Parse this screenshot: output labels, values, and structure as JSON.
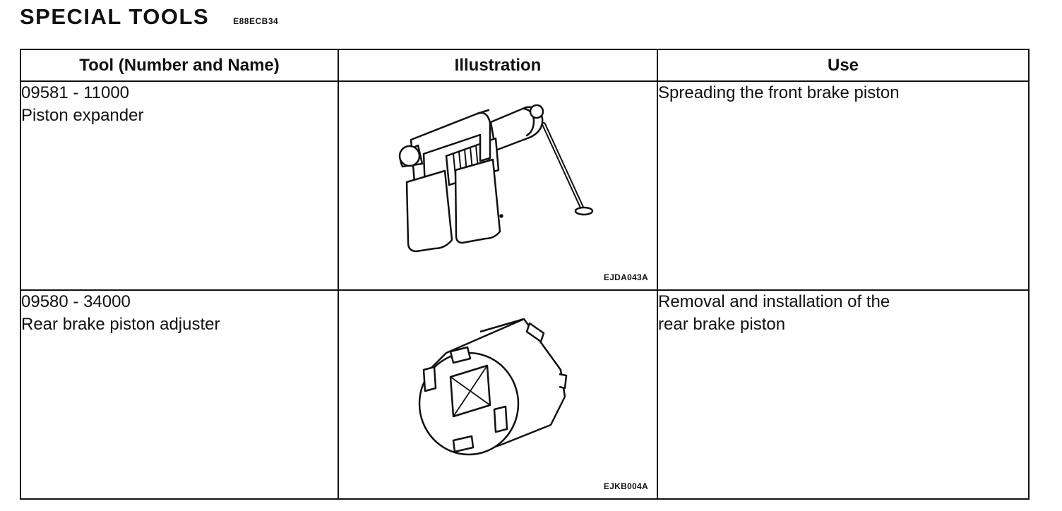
{
  "header": {
    "title": "SPECIAL TOOLS",
    "code": "E88ECB34"
  },
  "table": {
    "columns": [
      "Tool (Number and Name)",
      "Illustration",
      "Use"
    ],
    "rows": [
      {
        "number": "09581 - 11000",
        "name": "Piston expander",
        "illustration_icon": "piston-expander-icon",
        "figure_code": "EJDA043A",
        "use": [
          "Spreading the front brake piston"
        ]
      },
      {
        "number": "09580 - 34000",
        "name": "Rear brake piston adjuster",
        "illustration_icon": "piston-adjuster-icon",
        "figure_code": "EJKB004A",
        "use": [
          "Removal and installation of the",
          "rear brake piston"
        ]
      }
    ]
  }
}
